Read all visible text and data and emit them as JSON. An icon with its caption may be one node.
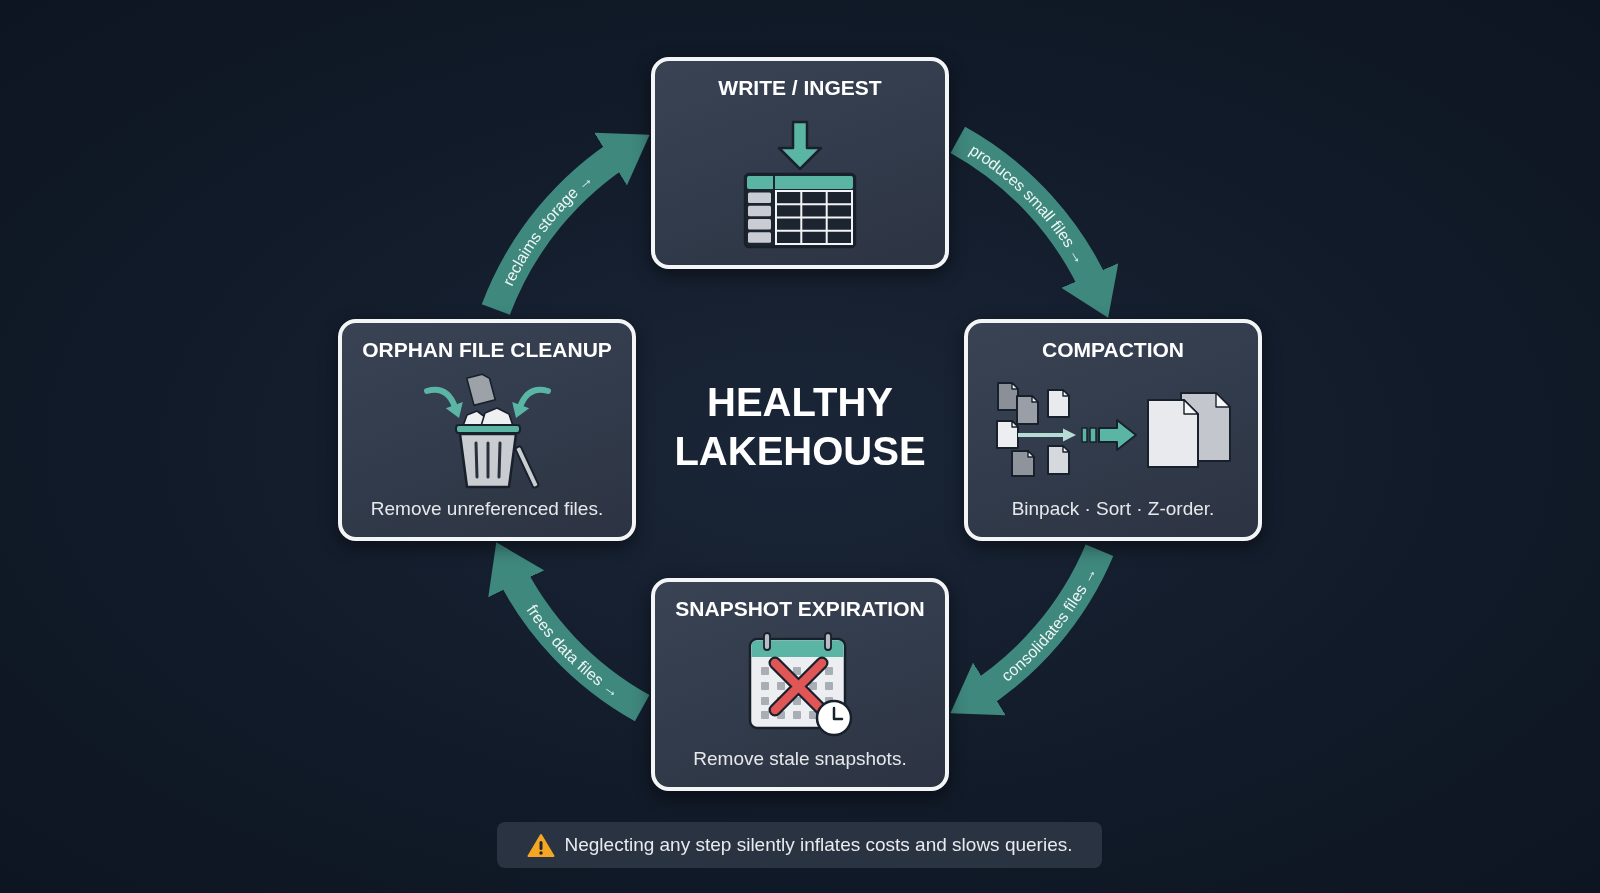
{
  "diagram": {
    "nodes": [
      {
        "text": [
          "WRITE / INGEST"
        ]
      },
      {
        "text": [
          "ORPHAN FILE CLEANUP",
          "Remove unreferenced files."
        ]
      },
      {
        "text": [
          "COMPACTION",
          "Binpack · Sort · Z-order."
        ]
      },
      {
        "text": [
          "SNAPSHOT EXPIRATION",
          "Remove stale snapshots."
        ]
      },
      {
        "text": [
          "Neglecting any step silently inflates costs and slows queries."
        ]
      }
    ],
    "edges": [
      {
        "from": 0,
        "to": 2,
        "arrow": "to",
        "label": "produces small files →"
      },
      {
        "from": 2,
        "to": 3,
        "arrow": "to",
        "label": "consolidates files →"
      },
      {
        "from": 3,
        "to": 1,
        "arrow": "to",
        "label": "frees data files →"
      },
      {
        "from": 1,
        "to": 0,
        "arrow": "to",
        "label": "reclaims storage →"
      }
    ],
    "labels": [
      "HEALTHY LAKEHOUSE"
    ]
  }
}
